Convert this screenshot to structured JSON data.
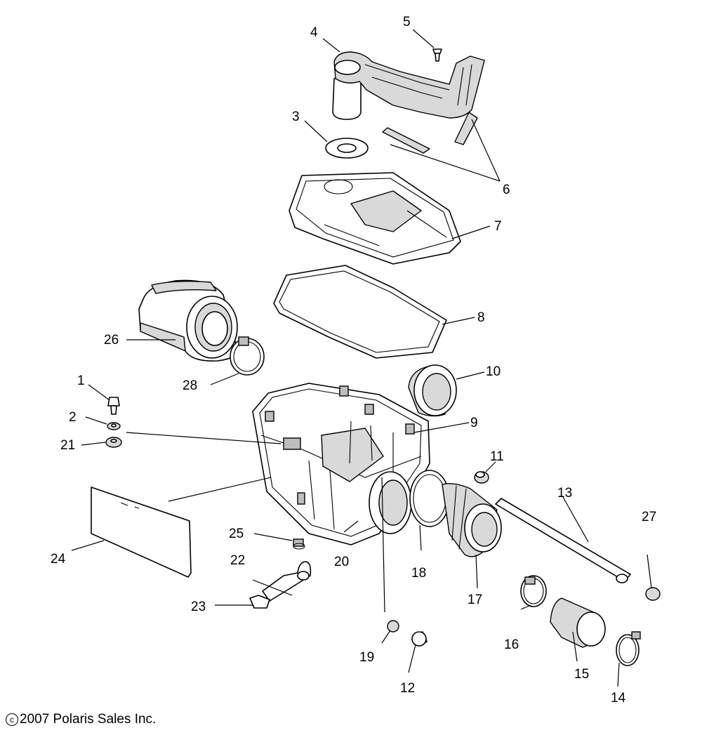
{
  "diagram": {
    "callouts": [
      {
        "id": "4",
        "label": "4"
      },
      {
        "id": "5",
        "label": "5"
      },
      {
        "id": "3",
        "label": "3"
      },
      {
        "id": "6",
        "label": "6"
      },
      {
        "id": "7",
        "label": "7"
      },
      {
        "id": "8",
        "label": "8"
      },
      {
        "id": "26",
        "label": "26"
      },
      {
        "id": "28",
        "label": "28"
      },
      {
        "id": "10",
        "label": "10"
      },
      {
        "id": "1",
        "label": "1"
      },
      {
        "id": "2",
        "label": "2"
      },
      {
        "id": "21",
        "label": "21"
      },
      {
        "id": "9",
        "label": "9"
      },
      {
        "id": "11",
        "label": "11"
      },
      {
        "id": "13",
        "label": "13"
      },
      {
        "id": "27",
        "label": "27"
      },
      {
        "id": "25",
        "label": "25"
      },
      {
        "id": "24",
        "label": "24"
      },
      {
        "id": "22",
        "label": "22"
      },
      {
        "id": "20",
        "label": "20"
      },
      {
        "id": "18",
        "label": "18"
      },
      {
        "id": "17",
        "label": "17"
      },
      {
        "id": "23",
        "label": "23"
      },
      {
        "id": "16",
        "label": "16"
      },
      {
        "id": "15",
        "label": "15"
      },
      {
        "id": "19",
        "label": "19"
      },
      {
        "id": "12",
        "label": "12"
      },
      {
        "id": "14",
        "label": "14"
      }
    ]
  },
  "footer": {
    "copyright_symbol": "c",
    "copyright_text": "2007 Polaris Sales Inc."
  }
}
